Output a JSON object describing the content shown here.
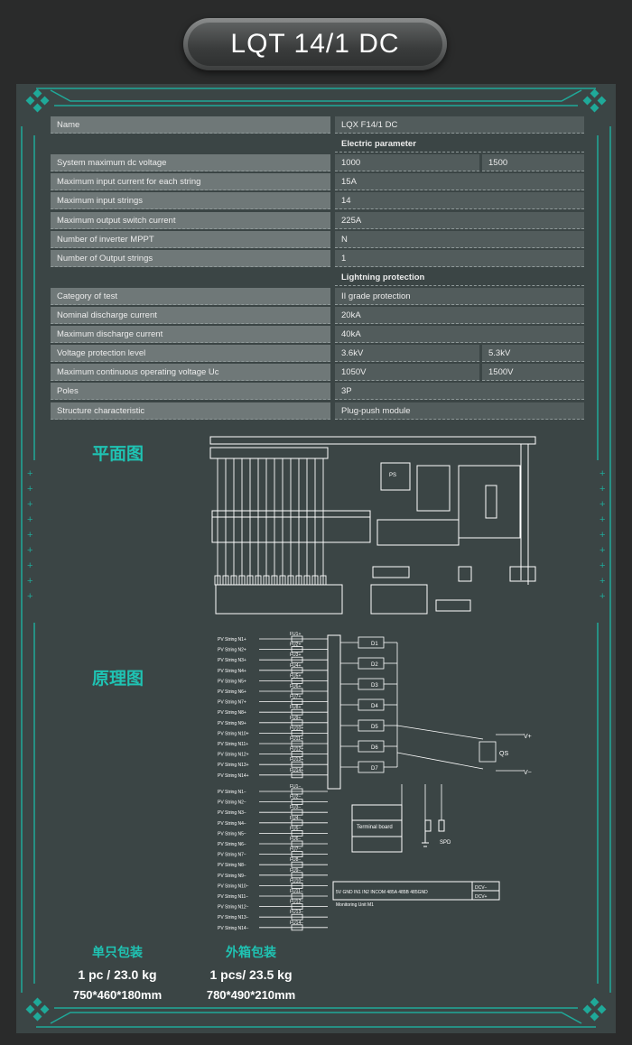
{
  "title": "LQT 14/1 DC",
  "spec_table": {
    "rows": [
      {
        "label": "Name",
        "v1": "LQX F14/1 DC",
        "v2": null,
        "kind": "row"
      },
      {
        "label": "",
        "v1": "Electric parameter",
        "v2": null,
        "kind": "header"
      },
      {
        "label": "System maximum dc voltage",
        "v1": "1000",
        "v2": "1500",
        "kind": "row"
      },
      {
        "label": "Maximum input current for each string",
        "v1": "15A",
        "v2": null,
        "kind": "row"
      },
      {
        "label": "Maximum input strings",
        "v1": "14",
        "v2": null,
        "kind": "row"
      },
      {
        "label": "Maximum output switch current",
        "v1": "225A",
        "v2": null,
        "kind": "row"
      },
      {
        "label": "Number of inverter MPPT",
        "v1": "N",
        "v2": null,
        "kind": "row"
      },
      {
        "label": "Number of Output strings",
        "v1": "1",
        "v2": null,
        "kind": "row"
      },
      {
        "label": "",
        "v1": "Lightning protection",
        "v2": null,
        "kind": "header"
      },
      {
        "label": "Category of test",
        "v1": "II grade protection",
        "v2": null,
        "kind": "row"
      },
      {
        "label": "Nominal discharge current",
        "v1": "20kA",
        "v2": null,
        "kind": "row"
      },
      {
        "label": "Maximum discharge current",
        "v1": "40kA",
        "v2": null,
        "kind": "row"
      },
      {
        "label": "Voltage protection level",
        "v1": "3.6kV",
        "v2": "5.3kV",
        "kind": "row"
      },
      {
        "label": "Maximum continuous operating voltage Uc",
        "v1": "1050V",
        "v2": "1500V",
        "kind": "row"
      },
      {
        "label": "Poles",
        "v1": "3P",
        "v2": null,
        "kind": "row"
      },
      {
        "label": "Structure characteristic",
        "v1": "Plug-push module",
        "v2": null,
        "kind": "row"
      }
    ]
  },
  "plan_label": "平面图",
  "schematic_label": "原理图",
  "schematic": {
    "strings_pos": [
      "PV String N1+",
      "PV String N2+",
      "PV String N3+",
      "PV String N4+",
      "PV String N5+",
      "PV String N6+",
      "PV String N7+",
      "PV String N8+",
      "PV String N9+",
      "PV String N10+",
      "PV String N11+",
      "PV String N12+",
      "PV String N13+",
      "PV String N14+"
    ],
    "strings_neg": [
      "PV String N1−",
      "PV String N2−",
      "PV String N3−",
      "PV String N4−",
      "PV String N5−",
      "PV String N6−",
      "PV String N7−",
      "PV String N8−",
      "PV String N9−",
      "PV String N10−",
      "PV String N11−",
      "PV String N12−",
      "PV String N13−",
      "PV String N14−"
    ],
    "fuses_pos": [
      "FU1+",
      "FU2+",
      "FU3+",
      "FU4+",
      "FU5+",
      "FU6+",
      "FU7+",
      "FU8+",
      "FU9+",
      "FU10+",
      "FU11+",
      "FU12+",
      "FU13+",
      "FU14+"
    ],
    "fuses_neg": [
      "FU1−",
      "FU2−",
      "FU3−",
      "FU4−",
      "FU5−",
      "FU6−",
      "FU7−",
      "FU8−",
      "FU9−",
      "FU10−",
      "FU11−",
      "FU12−",
      "FU13−",
      "FU14−"
    ],
    "diodes": [
      "D1",
      "D2",
      "D3",
      "D4",
      "D5",
      "D6",
      "D7"
    ],
    "vplus": "V+",
    "vminus": "V−",
    "qs": "QS",
    "spd": "SPD",
    "ps": "PS",
    "terminal_board": "Terminal board",
    "bus": "5V  GND  IN1  IN2  INCOM   485A   485B  485GND",
    "dcv_plus": "DCV+",
    "dcv_minus": "DCV−",
    "monitoring": "Monitoring     Unit   M1"
  },
  "packaging": {
    "single": {
      "title": "单只包装",
      "weight": "1 pc / 23.0 kg",
      "dims": "750*460*180mm"
    },
    "outer": {
      "title": "外箱包装",
      "weight": "1 pcs/ 23.5 kg",
      "dims": "780*490*210mm"
    }
  },
  "colors": {
    "accent": "#1fc3b3",
    "panel": "#3b4545",
    "label_bg": "#6f7878",
    "value_bg": "#525c5c"
  }
}
